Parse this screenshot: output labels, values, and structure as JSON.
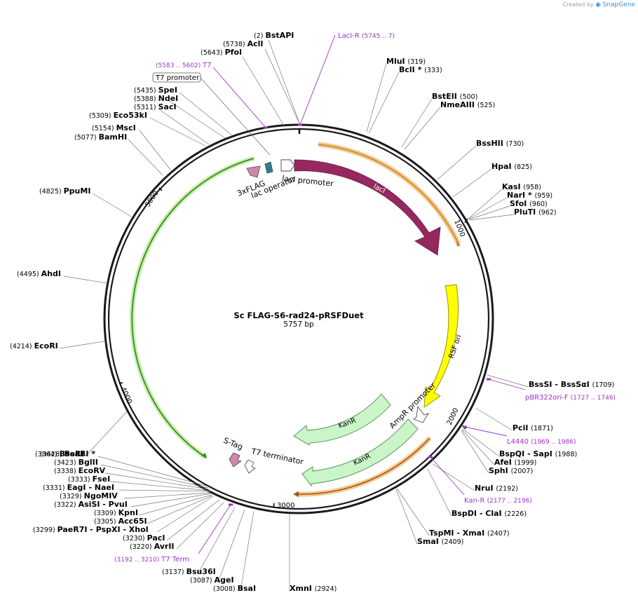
{
  "credit": {
    "prefix": "Created by",
    "brand": "SnapGene"
  },
  "plasmid": {
    "name": "Sc FLAG-S6-rad24-pRSFDuet",
    "length_label": "5757 bp"
  },
  "ticks": [
    "1000",
    "2000",
    "3000",
    "4000",
    "5000"
  ],
  "sites": [
    {
      "name": "BstAPI",
      "pos": "(2)"
    },
    {
      "name": "AclI",
      "pos": "(5738)"
    },
    {
      "name": "PfoI",
      "pos": "(5643)"
    },
    {
      "name": "MluI",
      "pos": "(319)"
    },
    {
      "name": "BclI *",
      "pos": "(333)"
    },
    {
      "name": "BstEII",
      "pos": "(500)"
    },
    {
      "name": "NmeAIII",
      "pos": "(525)"
    },
    {
      "name": "BssHII",
      "pos": "(730)"
    },
    {
      "name": "HpaI",
      "pos": "(825)"
    },
    {
      "name": "KasI",
      "pos": "(958)"
    },
    {
      "name": "NarI *",
      "pos": "(959)"
    },
    {
      "name": "SfoI",
      "pos": "(960)"
    },
    {
      "name": "PluTI",
      "pos": "(962)"
    },
    {
      "name": "SpeI",
      "pos": "(5435)"
    },
    {
      "name": "NdeI",
      "pos": "(5388)"
    },
    {
      "name": "SacI",
      "pos": "(5311)"
    },
    {
      "name": "Eco53kI",
      "pos": "(5309)"
    },
    {
      "name": "MscI",
      "pos": "(5154)"
    },
    {
      "name": "BamHI",
      "pos": "(5077)"
    },
    {
      "name": "PpuMI",
      "pos": "(4825)"
    },
    {
      "name": "AhdI",
      "pos": "(4495)"
    },
    {
      "name": "EcoRI",
      "pos": "(4214)"
    },
    {
      "name": "BseRI",
      "pos": "(3864)"
    },
    {
      "name": "BsaBI *",
      "pos": "(3428)"
    },
    {
      "name": "BglII",
      "pos": "(3423)"
    },
    {
      "name": "EcoRV",
      "pos": "(3338)"
    },
    {
      "name": "FseI",
      "pos": "(3333)"
    },
    {
      "name": "EagI  - NaeI",
      "pos": "(3331)"
    },
    {
      "name": "NgoMIV",
      "pos": "(3329)"
    },
    {
      "name": "AsiSI  - PvuI",
      "pos": "(3322)"
    },
    {
      "name": "KpnI",
      "pos": "(3309)"
    },
    {
      "name": "Acc65I",
      "pos": "(3305)"
    },
    {
      "name": "PaeR7I  - PspXI  - XhoI",
      "pos": "(3299)"
    },
    {
      "name": "PacI",
      "pos": "(3230)"
    },
    {
      "name": "AvrII",
      "pos": "(3220)"
    },
    {
      "name": "Bsu36I",
      "pos": "(3137)"
    },
    {
      "name": "AgeI",
      "pos": "(3087)"
    },
    {
      "name": "BsaI",
      "pos": "(3008)"
    },
    {
      "name": "XmnI",
      "pos": "(2924)"
    },
    {
      "name": "BssSI  - BssSαI",
      "pos": "(1709)"
    },
    {
      "name": "PciI",
      "pos": "(1871)"
    },
    {
      "name": "BspQI  - SapI",
      "pos": "(1988)"
    },
    {
      "name": "AfeI",
      "pos": "(1999)"
    },
    {
      "name": "SphI",
      "pos": "(2007)"
    },
    {
      "name": "NruI",
      "pos": "(2192)"
    },
    {
      "name": "BspDI  - ClaI",
      "pos": "(2226)"
    },
    {
      "name": "TspMI  - XmaI",
      "pos": "(2407)"
    },
    {
      "name": "SmaI",
      "pos": "(2409)"
    }
  ],
  "primers": [
    {
      "name": "LacI-R",
      "range": "(5745 .. 7)"
    },
    {
      "name": "T7",
      "range": "(5583 .. 5602)"
    },
    {
      "name": "pBR322ori-F",
      "range": "(1727 .. 1746)"
    },
    {
      "name": "L4440",
      "range": "(1969 .. 1986)"
    },
    {
      "name": "Kan-R",
      "range": "(2177 .. 2196)"
    },
    {
      "name": "T7 Term",
      "range": "(3192 .. 3210)"
    }
  ],
  "features": {
    "t7_promoter": "T7 promoter",
    "lacI": "lacI",
    "lacI_promoter": "lacI promoter",
    "lac_operator": "lac operator",
    "flag": "3xFLAG",
    "rsf_ori": "RSF ori",
    "ampr_promoter": "AmpR promoter",
    "kanr_1": "KanR",
    "kanr_2": "KanR",
    "s_tag": "S-Tag",
    "t7_terminator": "T7 terminator"
  },
  "colors": {
    "backbone": "#1a1a1a",
    "lacI": "#96285f",
    "rsf_ori": "#ffff00",
    "kanr": "#c9f5c9",
    "primer": "#a031c8",
    "orf_highlight": "#f3b64a",
    "orf_green": "#3d8a1e",
    "lac_operator": "#2f7f8c",
    "flag": "#c98aa8"
  }
}
